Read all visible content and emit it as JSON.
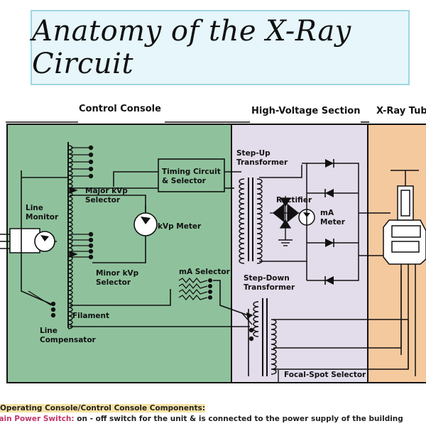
{
  "title": "Anatomy of the X-Ray Circuit",
  "sections": {
    "control_console": "Control Console",
    "high_voltage": "High-Voltage Section",
    "xray_tube": "X-Ray Tube"
  },
  "labels": {
    "line_monitor": "Line\nMonitor",
    "major_kvp": "Major kVp\nSelector",
    "minor_kvp": "Minor kVp\nSelector",
    "kvp_meter": "kVp Meter",
    "timing": "Timing Circuit\n& Selector",
    "filament": "Filament",
    "line_comp": "Line\nCompensator",
    "ma_selector": "mA Selector",
    "step_up": "Step-Up\nTransformer",
    "rectifier": "Rectifier",
    "ma_meter": "mA\nMeter",
    "step_down": "Step-Down\nTransformer",
    "focal_spot": "Focal-Spot Selector"
  },
  "footer": {
    "line1": "Operating Console/Control Console Components:",
    "line2_label": "Main Power Switch:",
    "line2_text": " on - off switch for the unit & is connected to the power supply of the building"
  },
  "colors": {
    "console": "#8fc29c",
    "high_voltage": "#e3dcea",
    "tube": "#f5c99e",
    "title_bg": "#e6f6fb"
  }
}
